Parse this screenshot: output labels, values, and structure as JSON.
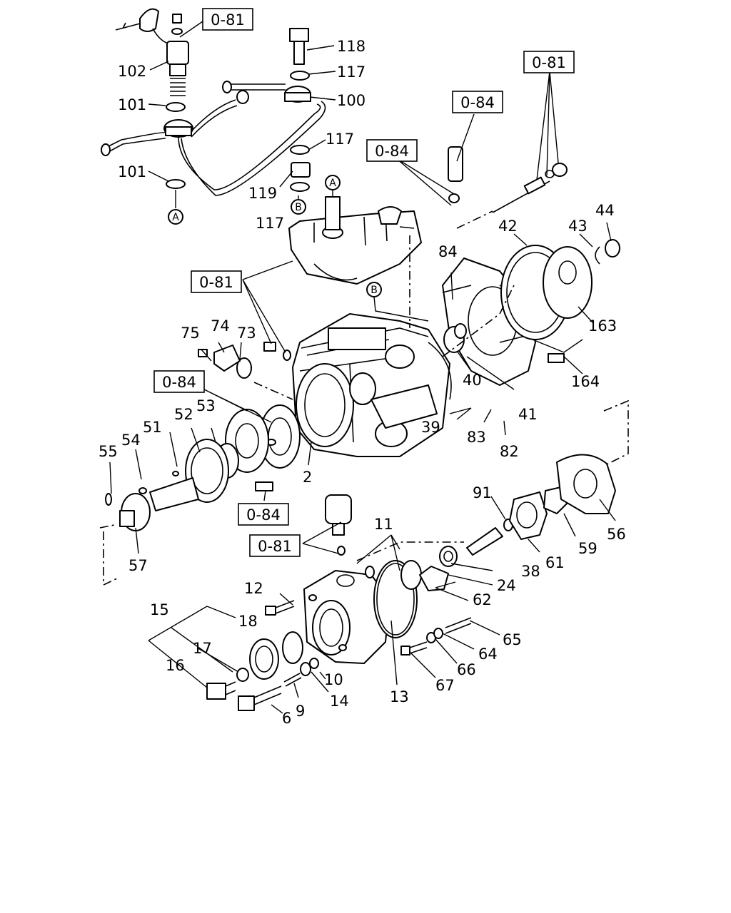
{
  "references": {
    "ref_0_81": "0-81",
    "ref_0_84": "0-84"
  },
  "markers": {
    "a": "A",
    "b": "B"
  },
  "part_numbers": {
    "p2": "2",
    "p6": "6",
    "p9": "9",
    "p10": "10",
    "p11": "11",
    "p12": "12",
    "p13": "13",
    "p14": "14",
    "p15": "15",
    "p16": "16",
    "p17": "17",
    "p18": "18",
    "p24": "24",
    "p38": "38",
    "p39": "39",
    "p40": "40",
    "p41": "41",
    "p42": "42",
    "p43": "43",
    "p44": "44",
    "p51": "51",
    "p52": "52",
    "p53": "53",
    "p54": "54",
    "p55": "55",
    "p56": "56",
    "p57": "57",
    "p59": "59",
    "p61": "61",
    "p62": "62",
    "p64": "64",
    "p65": "65",
    "p66": "66",
    "p67": "67",
    "p73": "73",
    "p74": "74",
    "p75": "75",
    "p82": "82",
    "p83": "83",
    "p84": "84",
    "p91": "91",
    "p100": "100",
    "p101": "101",
    "p102": "102",
    "p117": "117",
    "p118": "118",
    "p119": "119",
    "p163": "163",
    "p164": "164"
  }
}
